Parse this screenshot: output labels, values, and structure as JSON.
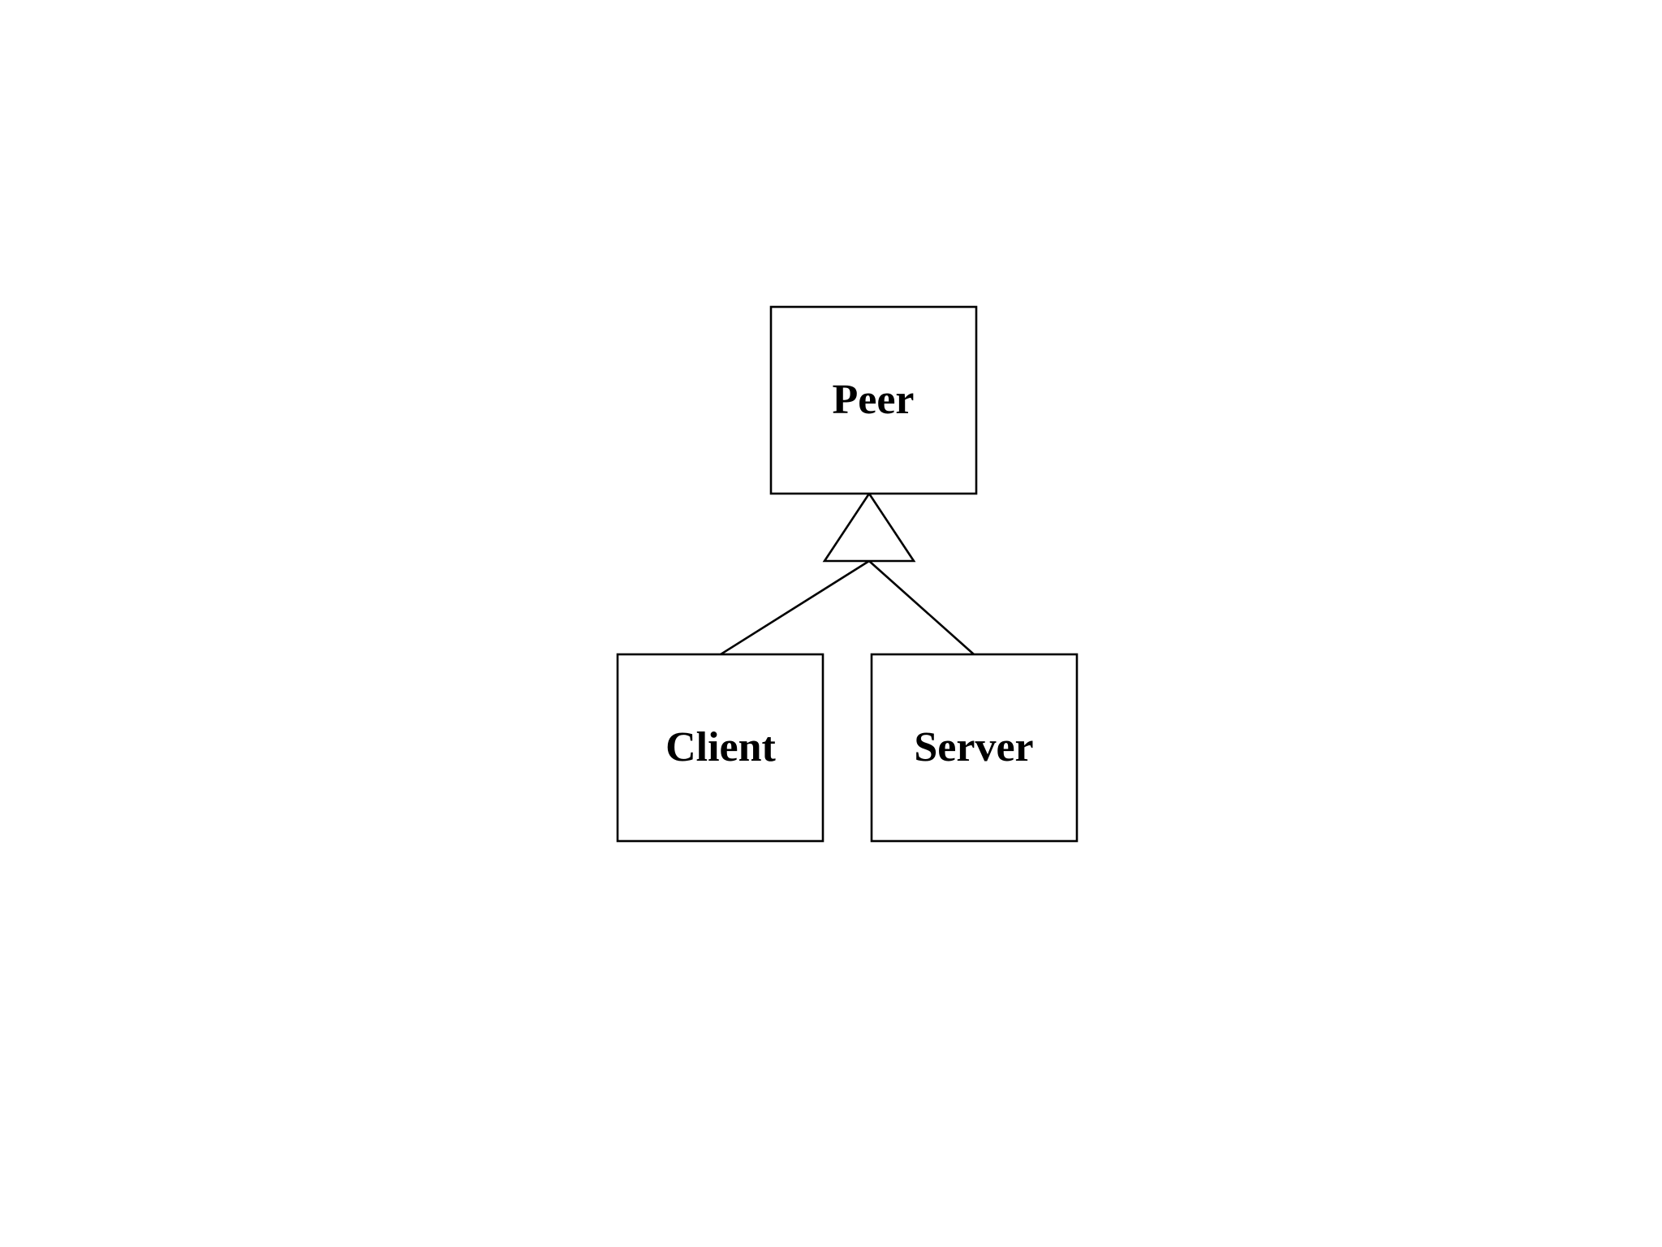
{
  "diagram": {
    "nodes": {
      "peer": {
        "label": "Peer"
      },
      "client": {
        "label": "Client"
      },
      "server": {
        "label": "Server"
      }
    },
    "relations": [
      {
        "from": "client",
        "to": "peer",
        "kind": "generalization"
      },
      {
        "from": "server",
        "to": "peer",
        "kind": "generalization"
      }
    ]
  }
}
